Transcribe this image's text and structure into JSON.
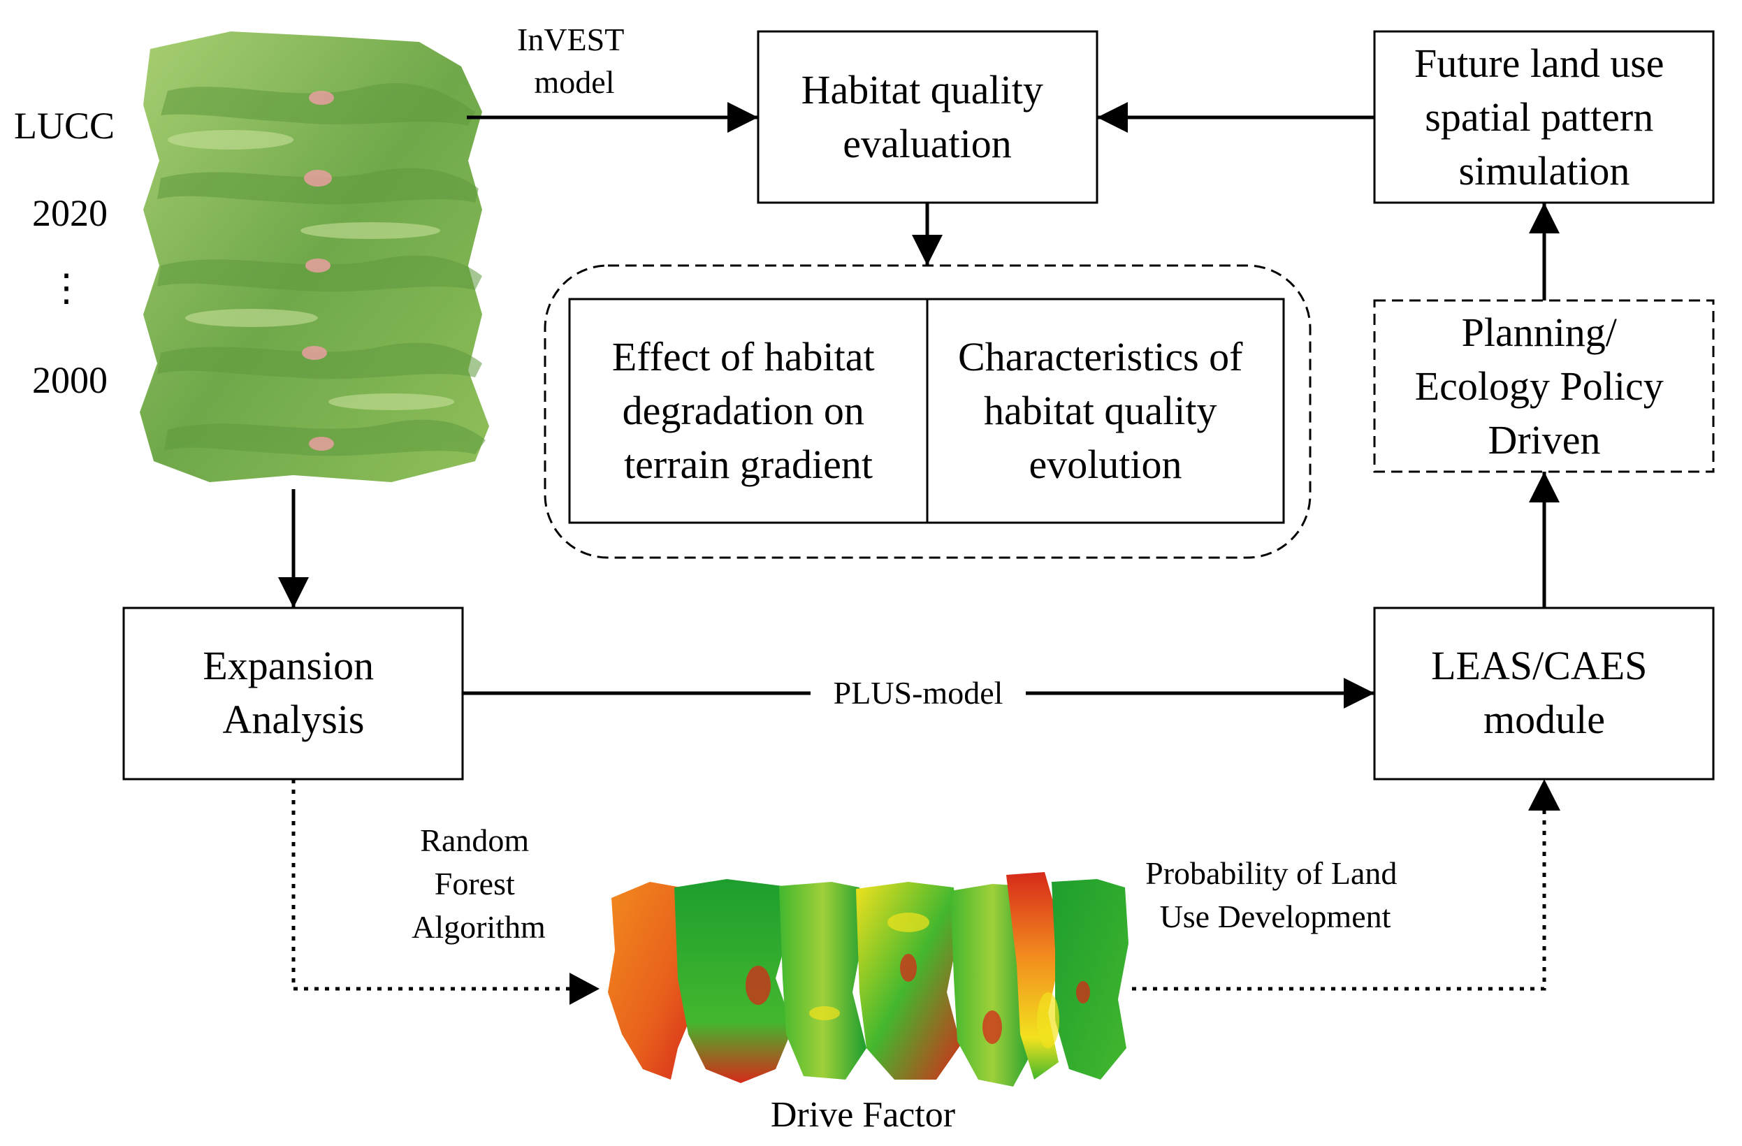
{
  "side_labels": {
    "lucc": "LUCC",
    "year_top": "2020",
    "ellipsis": "⋮",
    "year_bottom": "2000"
  },
  "nodes": {
    "habitat_quality": [
      "Habitat quality",
      "evaluation"
    ],
    "future_land_use": [
      "Future land use",
      "spatial pattern",
      "simulation"
    ],
    "planning_policy": [
      "Planning/",
      "Ecology Policy",
      "Driven"
    ],
    "effect_degradation": [
      "Effect of habitat",
      "degradation on",
      "terrain gradient"
    ],
    "characteristics_evolution": [
      "Characteristics of",
      "habitat quality",
      "evolution"
    ],
    "expansion_analysis": [
      "Expansion",
      "Analysis"
    ],
    "leas_caes": [
      "LEAS/CAES",
      "module"
    ]
  },
  "edges": {
    "invest": [
      "InVEST",
      "model"
    ],
    "plus": "PLUS-model",
    "random_forest": [
      "Random",
      "Forest",
      "Algorithm"
    ],
    "probability": [
      "Probability of Land",
      "Use Development"
    ]
  },
  "caption": "Drive Factor",
  "colors": {
    "line": "#000000",
    "map_greens": [
      "#8fbf5a",
      "#6fa84a",
      "#a8cf72",
      "#5f9a3e"
    ],
    "map_highlight": "#e8a0a0",
    "factor_gradient": [
      "#d62a1a",
      "#f28a1e",
      "#f2e21e",
      "#43b72e",
      "#1e9e2e"
    ]
  }
}
